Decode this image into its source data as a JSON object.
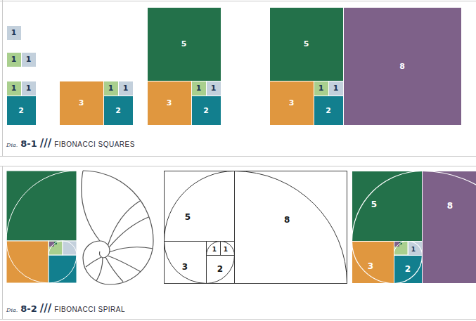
{
  "diagram": {
    "nodes": [
      {
        "text": [
          "1"
        ]
      },
      {
        "text": [
          "1"
        ]
      },
      {
        "text": [
          "1"
        ]
      },
      {
        "text": [
          "1"
        ]
      },
      {
        "text": [
          "1"
        ]
      },
      {
        "text": [
          "2"
        ]
      },
      {
        "text": [
          "3"
        ]
      },
      {
        "text": [
          "1"
        ]
      },
      {
        "text": [
          "1"
        ]
      },
      {
        "text": [
          "2"
        ]
      },
      {
        "text": [
          "5"
        ]
      },
      {
        "text": [
          "3"
        ]
      },
      {
        "text": [
          "1"
        ]
      },
      {
        "text": [
          "1"
        ]
      },
      {
        "text": [
          "2"
        ]
      },
      {
        "text": [
          "5"
        ]
      },
      {
        "text": [
          "8"
        ]
      },
      {
        "text": [
          "3"
        ]
      },
      {
        "text": [
          "1"
        ]
      },
      {
        "text": [
          "1"
        ]
      },
      {
        "text": [
          "2"
        ]
      },
      {
        "text": [
          "5"
        ]
      },
      {
        "text": [
          "8"
        ]
      },
      {
        "text": [
          "3"
        ]
      },
      {
        "text": [
          "1"
        ]
      },
      {
        "text": [
          "1"
        ]
      },
      {
        "text": [
          "2"
        ]
      },
      {
        "text": [
          "5"
        ]
      },
      {
        "text": [
          "8"
        ]
      },
      {
        "text": [
          "3"
        ]
      },
      {
        "text": [
          "1"
        ]
      },
      {
        "text": [
          "2"
        ]
      }
    ],
    "labels": [
      "Dia.",
      "8-1",
      "///",
      "FIBONACCI SQUARES",
      "Dia.",
      "8-2",
      "///",
      "FIBONACCI SPIRAL"
    ]
  }
}
